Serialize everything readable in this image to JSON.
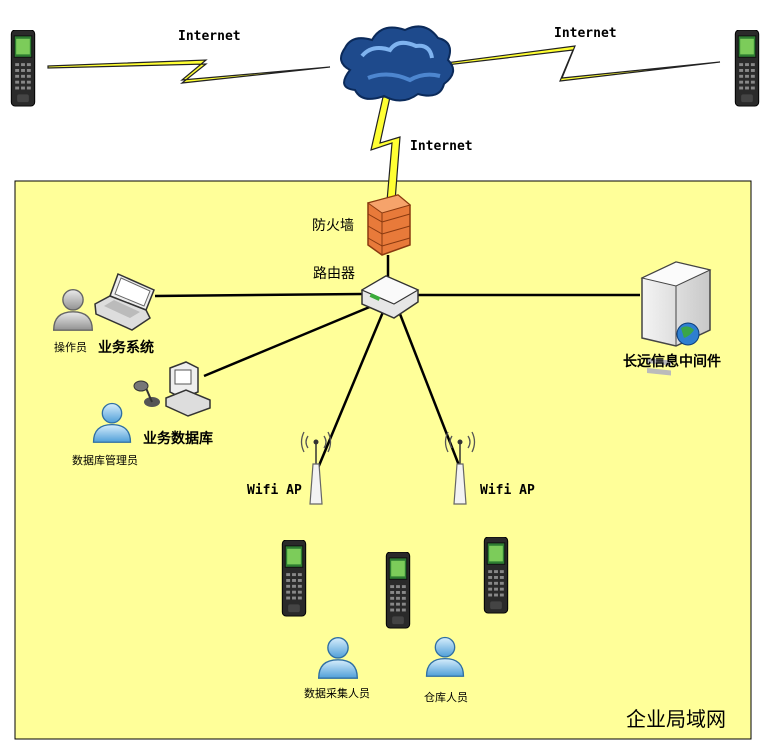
{
  "labels": {
    "internet_left": "Internet",
    "internet_right": "Internet",
    "internet_center": "Internet",
    "firewall": "防火墙",
    "router": "路由器",
    "operator": "操作员",
    "business_system": "业务系统",
    "business_database": "业务数据库",
    "db_admin": "数据库管理员",
    "middleware": "长远信息中间件",
    "wifi_ap_left": "Wifi AP",
    "wifi_ap_right": "Wifi AP",
    "data_collector": "数据采集人员",
    "warehouse_staff": "仓库人员",
    "enterprise_lan": "企业局域网"
  },
  "colors": {
    "lan_background": "#ffff99",
    "lightning": "#ffff33",
    "firewall": "#e87a3a",
    "cloud": "#1e4a8c",
    "person": "#6fb6e8"
  }
}
